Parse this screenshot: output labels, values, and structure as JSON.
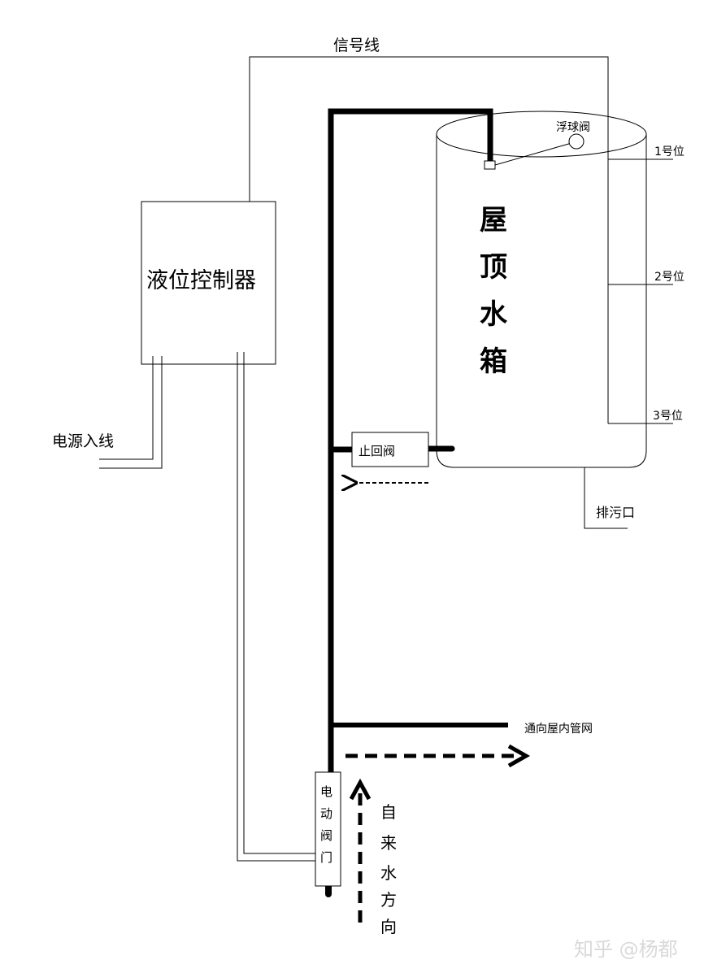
{
  "labels": {
    "signal_line": "信号线",
    "float_valve": "浮球阀",
    "level_1": "1号位",
    "level_2": "2号位",
    "level_3": "3号位",
    "controller": "液位控制器",
    "tank_chars": [
      "屋",
      "顶",
      "水",
      "箱"
    ],
    "power_in": "电源入线",
    "check_valve": "止回阀",
    "drain": "排污口",
    "to_house": "通向屋内管网",
    "motor_valve_chars": [
      "电",
      "动",
      "阀",
      "门"
    ],
    "water_direction_chars": [
      "自",
      "来",
      "水",
      "方",
      "向"
    ],
    "watermark": "知乎 @杨都"
  },
  "colors": {
    "line": "#000000",
    "background": "#ffffff"
  }
}
